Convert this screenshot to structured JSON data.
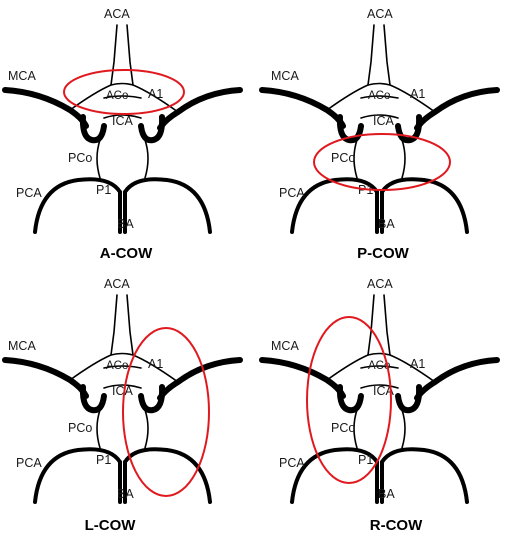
{
  "labels": {
    "aca": "ACA",
    "mca": "MCA",
    "aco": "ACo",
    "a1": "A1",
    "ica": "ICA",
    "pco": "PCo",
    "pca": "PCA",
    "p1": "P1",
    "ba": "BA"
  },
  "panels": [
    {
      "caption": "A-COW",
      "highlight": "anterior"
    },
    {
      "caption": "P-COW",
      "highlight": "posterior"
    },
    {
      "caption": "L-COW",
      "highlight": "left"
    },
    {
      "caption": "R-COW",
      "highlight": "right"
    }
  ],
  "colors": {
    "vessel": "#000000",
    "highlight": "#e0191f",
    "background": "#ffffff"
  }
}
